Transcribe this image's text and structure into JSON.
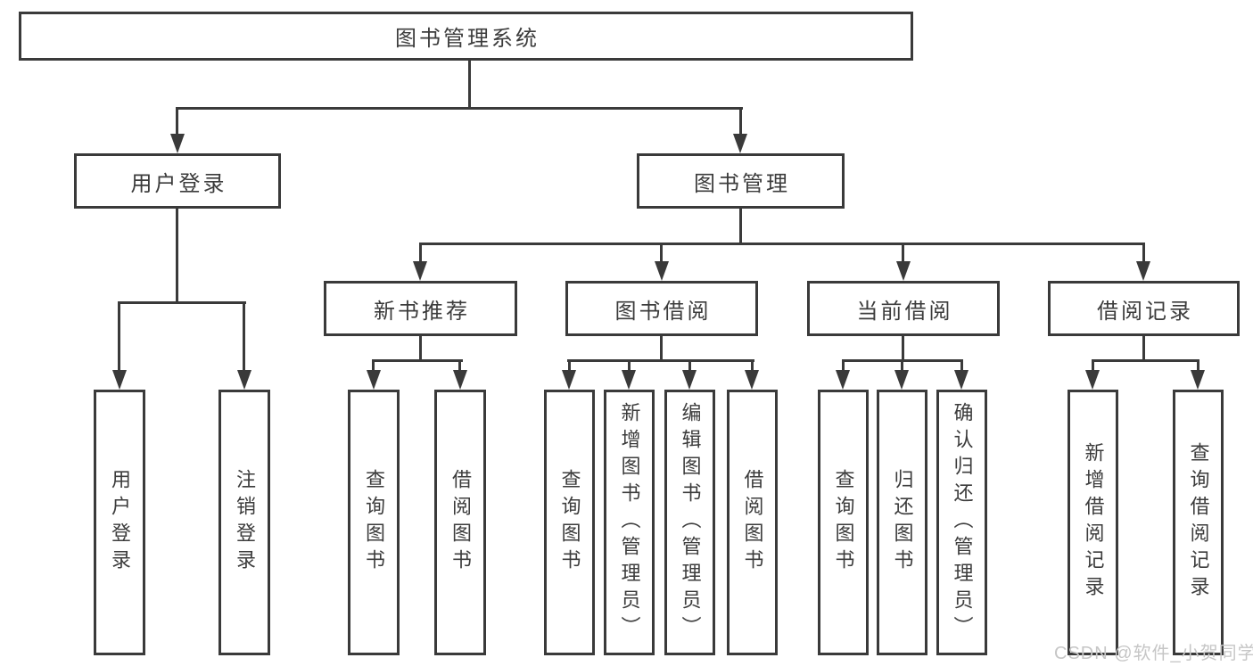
{
  "nodes": {
    "root": "图书管理系统",
    "user_login": "用户登录",
    "book_management": "图书管理",
    "new_book_recommend": "新书推荐",
    "book_borrowing": "图书借阅",
    "current_borrowing": "当前借阅",
    "borrowing_records": "借阅记录",
    "user_login_leaf": "用户登录",
    "logout_leaf": "注销登录",
    "nbr_query_books": "查询图书",
    "nbr_borrow_books": "借阅图书",
    "bb_query_books": "查询图书",
    "bb_add_books_admin": "新增图书（管理员）",
    "bb_edit_books_admin": "编辑图书（管理员）",
    "bb_borrow_books": "借阅图书",
    "cb_query_books": "查询图书",
    "cb_return_books": "归还图书",
    "cb_confirm_return_admin": "确认归还（管理员）",
    "br_add_record": "新增借阅记录",
    "br_query_record": "查询借阅记录"
  },
  "watermark": {
    "text": "CSDN @软件_小贺同学"
  },
  "colors": {
    "line": "#3a3a3a",
    "text": "#3c3c3c",
    "background": "#ffffff",
    "watermark": "#c6c6c6"
  }
}
